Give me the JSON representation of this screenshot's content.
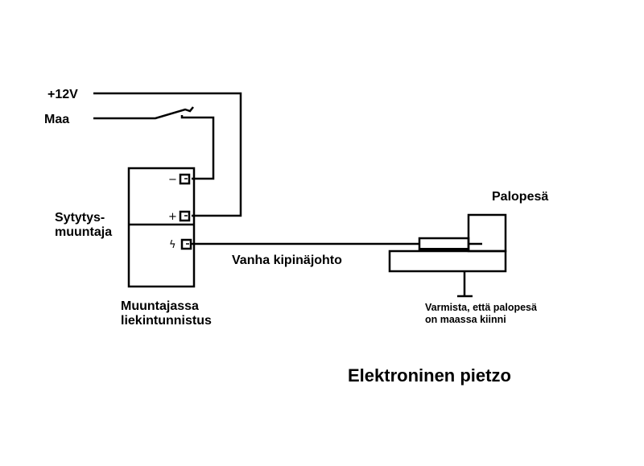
{
  "labels": {
    "supply_plus": "+12V",
    "ground": "Maa",
    "ignition_coil": [
      "Sytytys-",
      "muuntaja"
    ],
    "coil_note": [
      "Muuntajassa",
      "liekintunnistus"
    ],
    "old_wire": "Vanha kipinäjohto",
    "burner_head": "Palopesä",
    "ground_note": [
      "Varmista, että palopesä",
      "on maassa kiinni"
    ],
    "title": "Elektroninen pietzo"
  },
  "terminals": {
    "minus": "−",
    "plus": "+",
    "spark": "ϟ"
  },
  "colors": {
    "line": "#000000",
    "background": "#ffffff"
  }
}
